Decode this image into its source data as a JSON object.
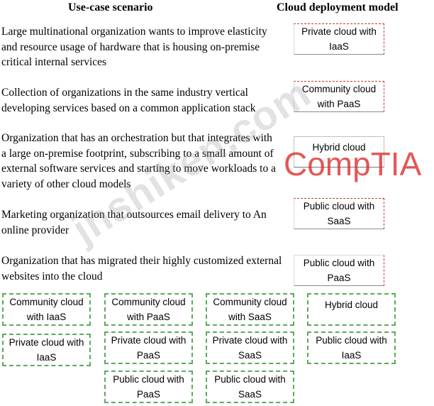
{
  "headers": {
    "left": "Use-case scenario",
    "right": "Cloud deployment model"
  },
  "scenarios": [
    {
      "text": "Large multinational organization wants to improve elasticity and resource usage of hardware that is housing on-premise critical internal services",
      "answer": [
        "Private cloud with",
        "IaaS"
      ]
    },
    {
      "text": "Collection of organizations in the same industry vertical developing services based on a common application stack",
      "answer": [
        "Community cloud",
        "with PaaS"
      ]
    },
    {
      "text": "Organization that has an orchestration but that integrates with a large on-premise footprint, subscribing to a small amount of external software services and starting to move workloads to a variety of other cloud models",
      "answer": [
        "Hybrid cloud",
        ""
      ]
    },
    {
      "text": "Marketing organization that outsources email delivery to An online provider",
      "answer": [
        "Public cloud with",
        "SaaS"
      ]
    },
    {
      "text": "Organization that has migrated their highly customized external websites into the cloud",
      "answer": [
        "Public cloud with",
        "PaaS"
      ]
    }
  ],
  "options": [
    [
      "Community cloud",
      "with IaaS"
    ],
    [
      "Community cloud",
      "with PaaS"
    ],
    [
      "Community cloud",
      "with SaaS"
    ],
    [
      "Hybrid cloud",
      ""
    ],
    [
      "Private cloud with",
      "IaaS"
    ],
    [
      "Private cloud with",
      "PaaS"
    ],
    [
      "Private cloud with",
      "SaaS"
    ],
    [
      "Public cloud with",
      "IaaS"
    ],
    [
      "Public cloud with",
      "PaaS"
    ],
    [
      "Public cloud with",
      "SaaS"
    ]
  ],
  "watermarks": {
    "site": "jnshiken.com",
    "brand": "CompTIA"
  },
  "colors": {
    "option_border": "#5bab5b",
    "answer_border": "#c0392b",
    "brand": "#dc2828"
  }
}
